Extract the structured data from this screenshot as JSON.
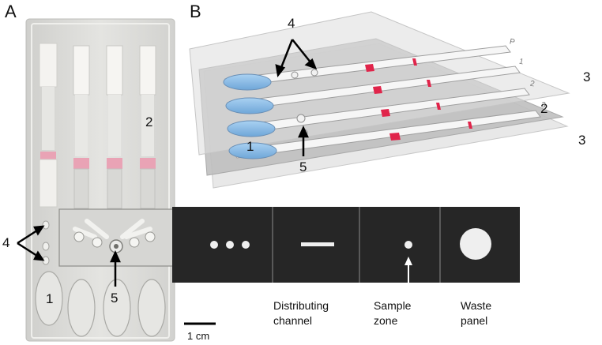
{
  "panel_a": {
    "letter": "A",
    "labels": {
      "strip_label": "2",
      "valves_label": "4",
      "reservoir_label": "1",
      "center_label": "5"
    },
    "scale_bar": "1 cm",
    "film_captions": {
      "distributing": [
        "Distributing",
        "channel"
      ],
      "sample": [
        "Sample",
        "zone"
      ],
      "waste": [
        "Waste",
        "panel"
      ]
    }
  },
  "panel_b": {
    "letter": "B",
    "labels": {
      "valves_label": "4",
      "layer_top": "3",
      "layer_mid": "2",
      "layer_bottom": "3",
      "reservoir_label": "1",
      "center_label": "5"
    },
    "strip_tags": [
      "P",
      "1",
      "2",
      "3"
    ]
  },
  "colors": {
    "plastic": "#d9d9d6",
    "film": "#262626",
    "test_line": "#e0244a",
    "pink_band": "#e9a3b5",
    "reservoir_blue": "#8fbfe8",
    "layer_gray": "#9a9a9a"
  }
}
